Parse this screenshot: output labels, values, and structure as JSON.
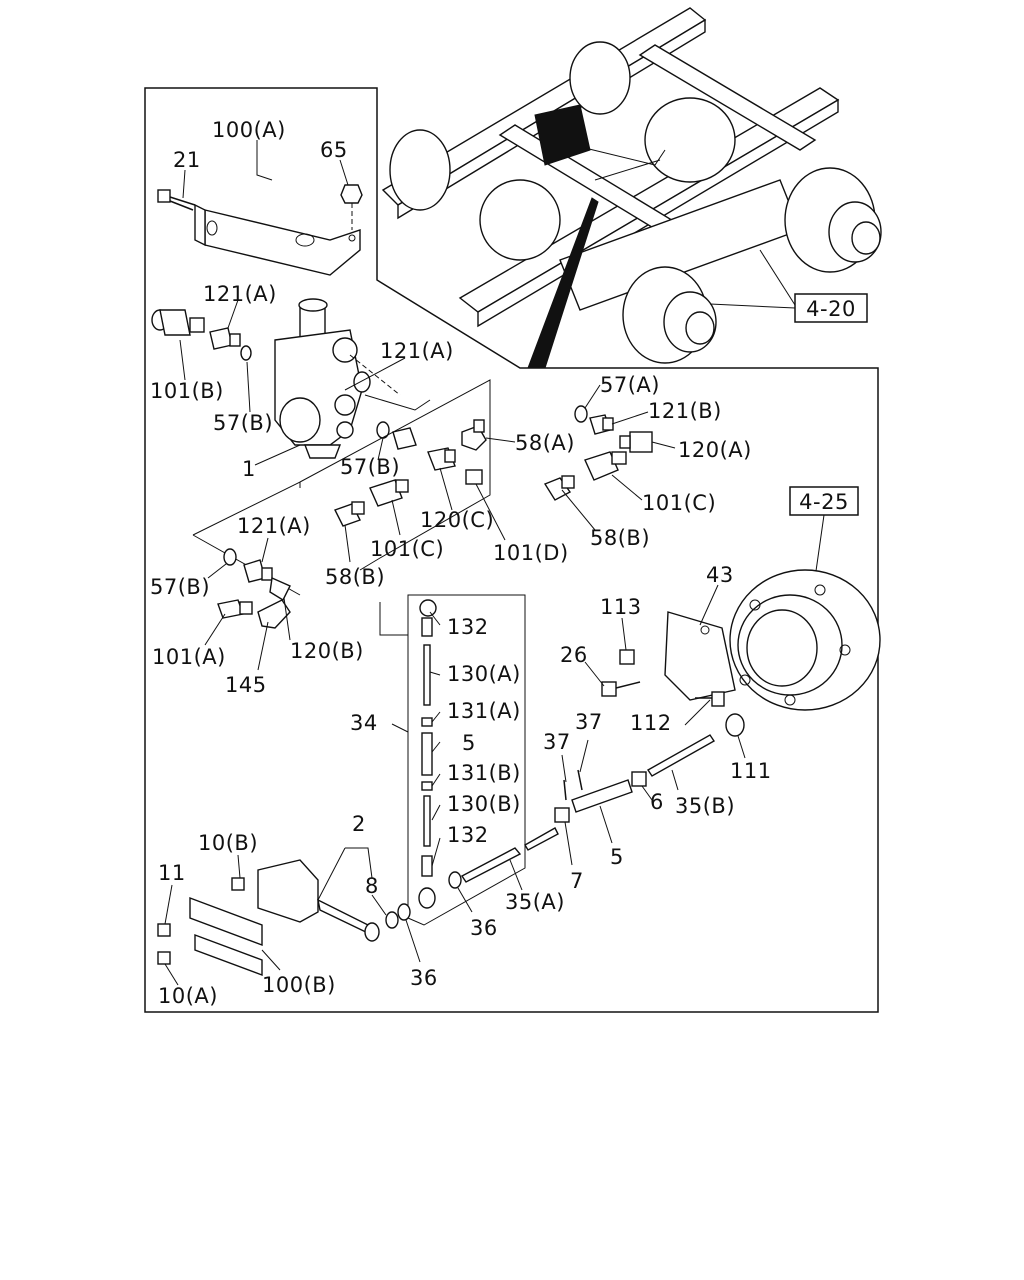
{
  "references": [
    "4-20",
    "4-25"
  ],
  "callouts": {
    "c100a": "100(A)",
    "c21": "21",
    "c65": "65",
    "c121a_top": "121(A)",
    "c101b": "101(B)",
    "c57b_1": "57(B)",
    "c121a_mid": "121(A)",
    "c1": "1",
    "c57b_2": "57(B)",
    "c57a": "57(A)",
    "c121b": "121(B)",
    "c58a": "58(A)",
    "c120a": "120(A)",
    "c101c_r": "101(C)",
    "c58b_r": "58(B)",
    "c120c": "120(C)",
    "c101c_l": "101(C)",
    "c101d": "101(D)",
    "c58b_l": "58(B)",
    "c121a_low": "121(A)",
    "c57b_3": "57(B)",
    "c101a": "101(A)",
    "c120b": "120(B)",
    "c145": "145",
    "c132_top": "132",
    "c130a": "130(A)",
    "c131a": "131(A)",
    "c34": "34",
    "c5_v": "5",
    "c131b": "131(B)",
    "c130b": "130(B)",
    "c132_bot": "132",
    "c2": "2",
    "c8": "8",
    "c10b": "10(B)",
    "c11": "11",
    "c10a": "10(A)",
    "c100b": "100(B)",
    "c36_l": "36",
    "c36_r": "36",
    "c35a": "35(A)",
    "c7": "7",
    "c5_h": "5",
    "c6": "6",
    "c35b": "35(B)",
    "c37_l": "37",
    "c37_r": "37",
    "c111": "111",
    "c112": "112",
    "c26": "26",
    "c113": "113",
    "c43": "43"
  }
}
